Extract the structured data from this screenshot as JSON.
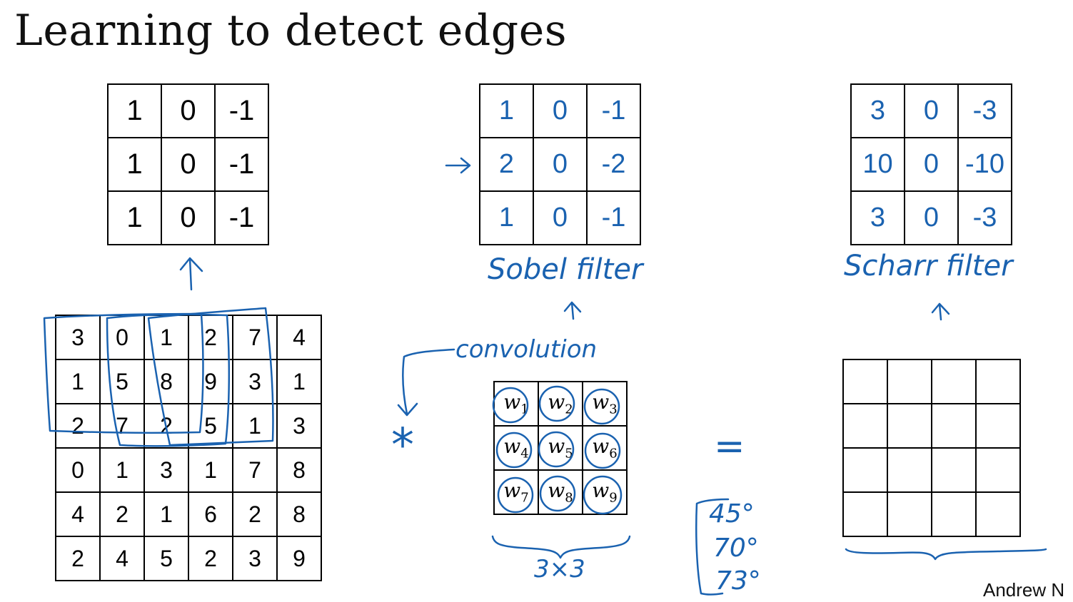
{
  "title": "Learning to detect edges",
  "credit": "Andrew N",
  "vertical_filter": [
    [
      "1",
      "0",
      "-1"
    ],
    [
      "1",
      "0",
      "-1"
    ],
    [
      "1",
      "0",
      "-1"
    ]
  ],
  "sobel": {
    "cells": [
      [
        "1",
        "0",
        "-1"
      ],
      [
        "2",
        "0",
        "-2"
      ],
      [
        "1",
        "0",
        "-1"
      ]
    ],
    "label": "Sobel filter"
  },
  "scharr": {
    "cells": [
      [
        "3",
        "0",
        "-3"
      ],
      [
        "10",
        "0",
        "-10"
      ],
      [
        "3",
        "0",
        "-3"
      ]
    ],
    "label": "Scharr filter"
  },
  "image": [
    [
      "3",
      "0",
      "1",
      "2",
      "7",
      "4"
    ],
    [
      "1",
      "5",
      "8",
      "9",
      "3",
      "1"
    ],
    [
      "2",
      "7",
      "2",
      "5",
      "1",
      "3"
    ],
    [
      "0",
      "1",
      "3",
      "1",
      "7",
      "8"
    ],
    [
      "4",
      "2",
      "1",
      "6",
      "2",
      "8"
    ],
    [
      "2",
      "4",
      "5",
      "2",
      "3",
      "9"
    ]
  ],
  "weights": [
    [
      "1",
      "2",
      "3"
    ],
    [
      "4",
      "5",
      "6"
    ],
    [
      "7",
      "8",
      "9"
    ]
  ],
  "weight_symbol": "w",
  "annotations": {
    "convolution": "convolution",
    "times": "*",
    "equals": "=",
    "size": "3×3"
  },
  "angles": [
    "45°",
    "70°",
    "73°"
  ],
  "colors": {
    "ink": "#1a62b0",
    "text": "#000000"
  }
}
